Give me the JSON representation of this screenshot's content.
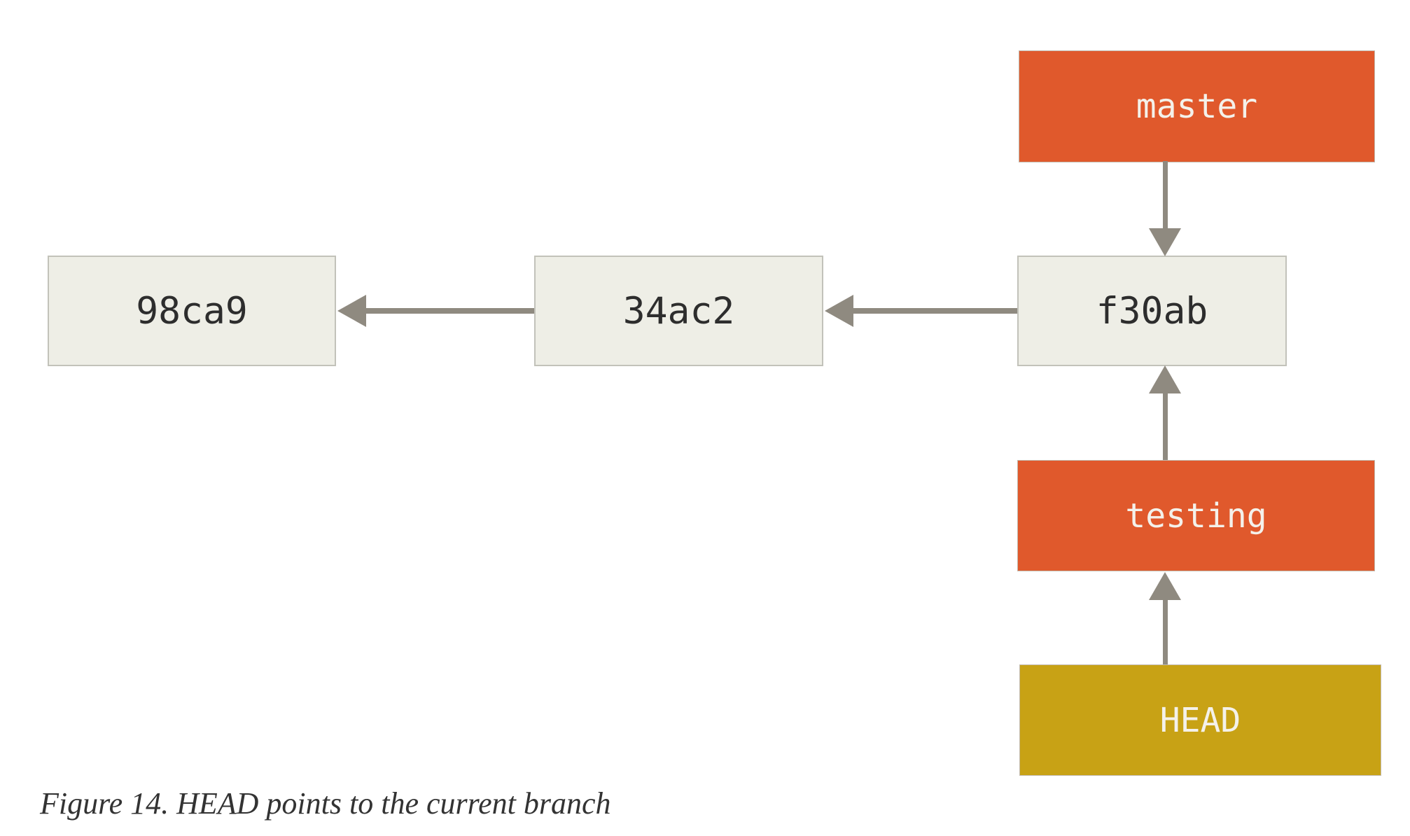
{
  "diagram": {
    "commits": [
      {
        "label": "98ca9"
      },
      {
        "label": "34ac2"
      },
      {
        "label": "f30ab"
      }
    ],
    "branches": [
      {
        "label": "master",
        "points_to": "f30ab"
      },
      {
        "label": "testing",
        "points_to": "f30ab"
      }
    ],
    "head": {
      "label": "HEAD",
      "points_to": "testing"
    },
    "edges": [
      {
        "from": "34ac2",
        "to": "98ca9"
      },
      {
        "from": "f30ab",
        "to": "34ac2"
      },
      {
        "from": "master",
        "to": "f30ab"
      },
      {
        "from": "testing",
        "to": "f30ab"
      },
      {
        "from": "HEAD",
        "to": "testing"
      }
    ]
  },
  "caption": "Figure 14. HEAD points to the current branch",
  "colors": {
    "background": "#ffffff",
    "commit_fill": "#eeeee6",
    "commit_border": "#c2c2ba",
    "commit_text": "#2d2d2d",
    "branch_fill": "#e0592c",
    "head_fill": "#c8a215",
    "branch_text": "#f4f1ea",
    "arrow": "#8f8a80",
    "caption_text": "#333333"
  }
}
